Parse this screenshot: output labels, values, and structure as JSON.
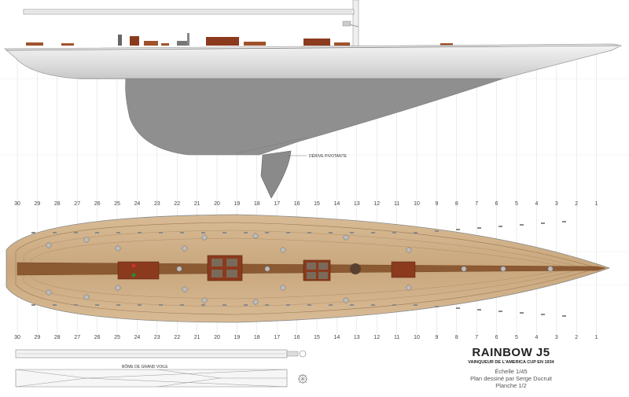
{
  "title": "RAINBOW J5",
  "subtitle": "VAINQUEUR DE L'AMERICA CUP EN 1934",
  "scale": "Échelle 1/45",
  "author": "Plan dessiné par Serge Ducruit",
  "sheet": "Planche 1/2",
  "labels": {
    "keel": "DÉRIVE PIVOTANTE",
    "boom": "BÔME DE GRAND VOILE"
  },
  "stations": [
    "30",
    "29",
    "28",
    "27",
    "26",
    "25",
    "24",
    "23",
    "22",
    "21",
    "20",
    "19",
    "18",
    "17",
    "16",
    "15",
    "14",
    "13",
    "12",
    "11",
    "10",
    "9",
    "8",
    "7",
    "6",
    "5",
    "4",
    "3",
    "2",
    "1"
  ],
  "colors": {
    "hull": "#e4e4e4",
    "underbody": "#8f8f8f",
    "deck": "#c9aa84",
    "plank": "#a07a52",
    "teak": "#8b4a2b",
    "grid": "#d6d6d6"
  }
}
